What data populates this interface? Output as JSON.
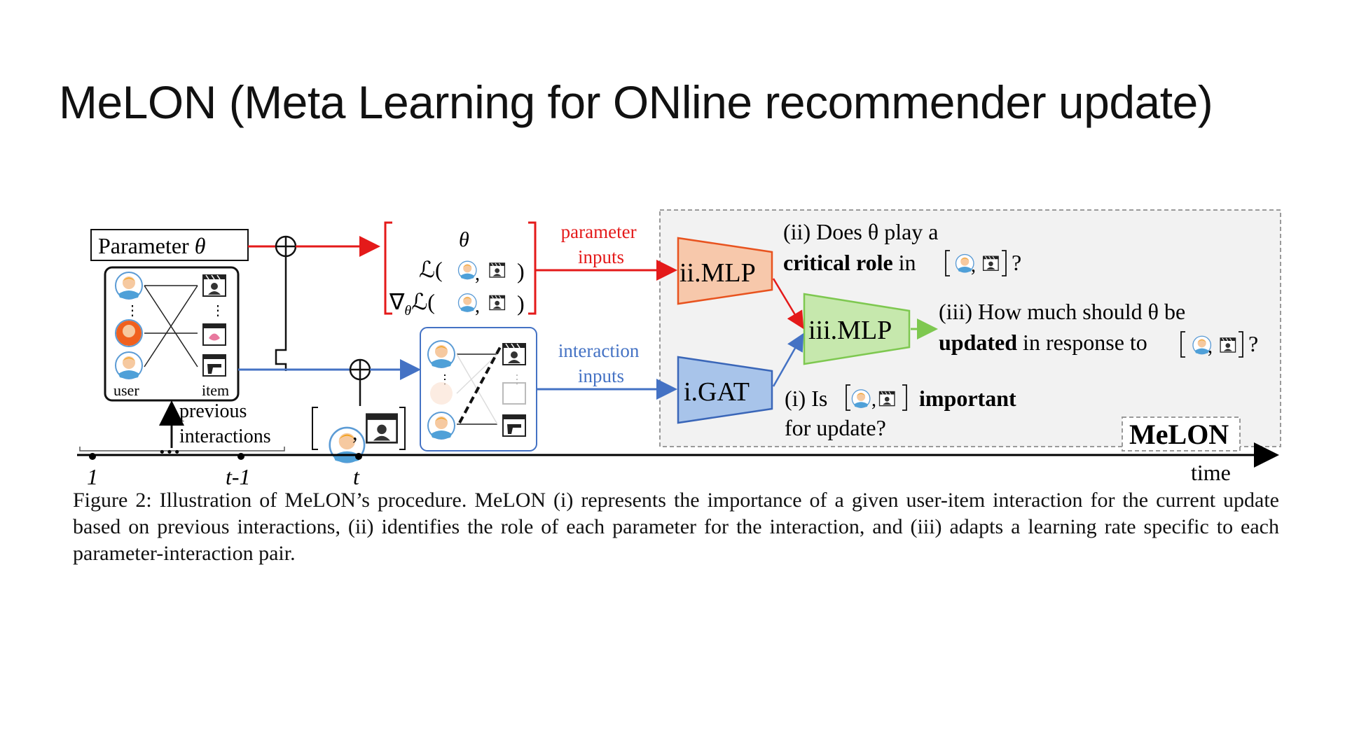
{
  "slide": {
    "title": "MeLON (Meta Learning for ONline recommender update)"
  },
  "figure": {
    "parameter_box": {
      "label": "Parameter",
      "symbol": "θ"
    },
    "interaction_panel": {
      "user_label": "user",
      "item_label": "item"
    },
    "previous_interactions_label": [
      "previous",
      "interactions"
    ],
    "param_vector": {
      "line1": "θ",
      "line2_prefix": "ℒ(",
      "line3_prefix": "∇",
      "line3_sub": "θ",
      "line3_rest": "ℒ(",
      "close": ")"
    },
    "parameter_inputs_label": [
      "parameter",
      "inputs"
    ],
    "interaction_inputs_label": [
      "interaction",
      "inputs"
    ],
    "modules": {
      "mlp_ii": "ii.MLP",
      "mlp_iii": "iii.MLP",
      "gat_i": "i.GAT"
    },
    "questions": {
      "q2_line1": "(ii) Does θ play a",
      "q2_bold": "critical role",
      "q2_rest": " in",
      "q2_end": "?",
      "q3_line1": "(iii) How much should θ be",
      "q3_bold": "updated",
      "q3_rest": " in response to",
      "q3_end": "?",
      "q1_prefix": "(i) Is",
      "q1_bold": "important",
      "q1_line2": "for update?"
    },
    "melon_badge": "MeLON",
    "timeline": {
      "ticks": [
        "1",
        "t-1",
        "t"
      ],
      "ellipsis": "···",
      "time_label": "time"
    },
    "colors": {
      "red": "#e41a1a",
      "blue": "#4472c4",
      "mlp_fill": "#f7c8ab",
      "mlp_stroke": "#e8531f",
      "mlp3_fill": "#c6e8ad",
      "mlp3_stroke": "#7ec850",
      "gat_fill": "#a8c4ea",
      "gat_stroke": "#3a66b8",
      "panel_bg": "#f2f2f2"
    }
  },
  "caption": "Figure 2: Illustration of MeLON’s procedure. MeLON (i) represents the importance of a given user-item interaction for the current update based on previous interactions, (ii) identifies the role of each parameter for the interaction, and (iii) adapts a learning rate specific to each parameter-interaction pair."
}
